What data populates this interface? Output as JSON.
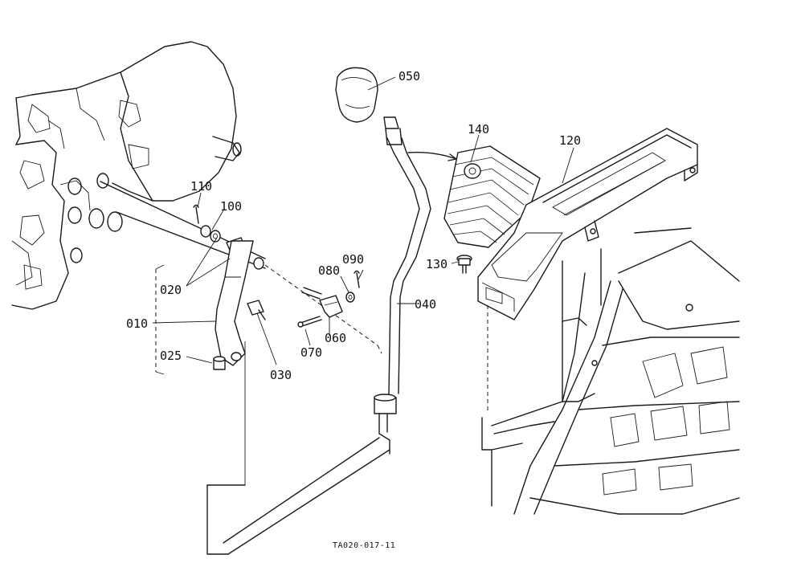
{
  "callouts": {
    "p010": "010",
    "p020": "020",
    "p025": "025",
    "p030": "030",
    "p040": "040",
    "p050": "050",
    "p060": "060",
    "p070": "070",
    "p080": "080",
    "p090": "090",
    "p100": "100",
    "p110": "110",
    "p120": "120",
    "p130": "130",
    "p140": "140"
  },
  "drawing_code": "TA020-017-11"
}
